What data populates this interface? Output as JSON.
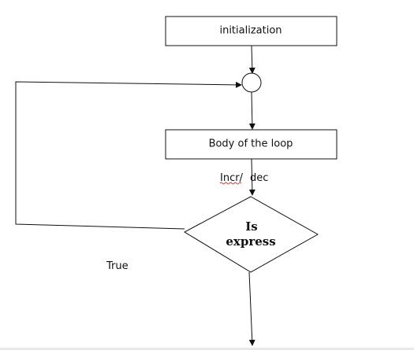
{
  "nodes": {
    "initialization": "initialization",
    "body": "Body of the loop",
    "decision_line1": "Is",
    "decision_line2": "express"
  },
  "edges": {
    "incr_dec_part1": "Incr/",
    "incr_dec_part2": "dec",
    "true_label": "True"
  },
  "colors": {
    "stroke": "#111111",
    "spellcheck_underline": "#d9302c"
  }
}
